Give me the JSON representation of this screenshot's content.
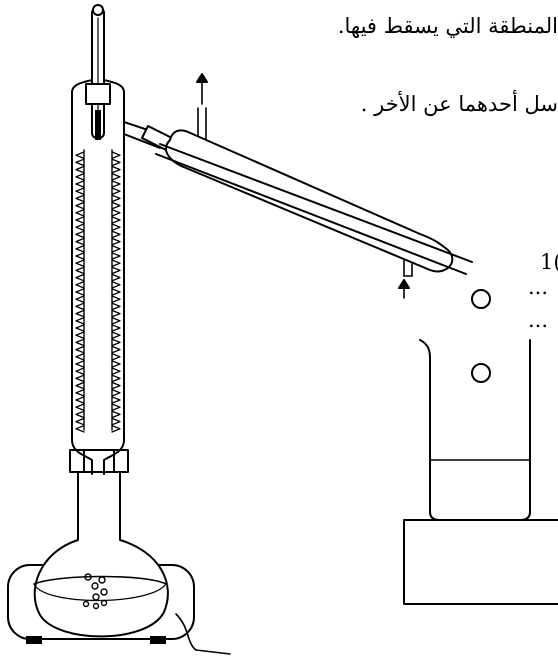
{
  "text": {
    "line1": "المنطقة التي يسقط فيها.",
    "line2": "سل أحدهما عن الأخر .",
    "fragment_1": "1(",
    "fragment_2": "...",
    "fragment_3": "..."
  },
  "colors": {
    "ink": "#000000",
    "paper": "#ffffff"
  }
}
